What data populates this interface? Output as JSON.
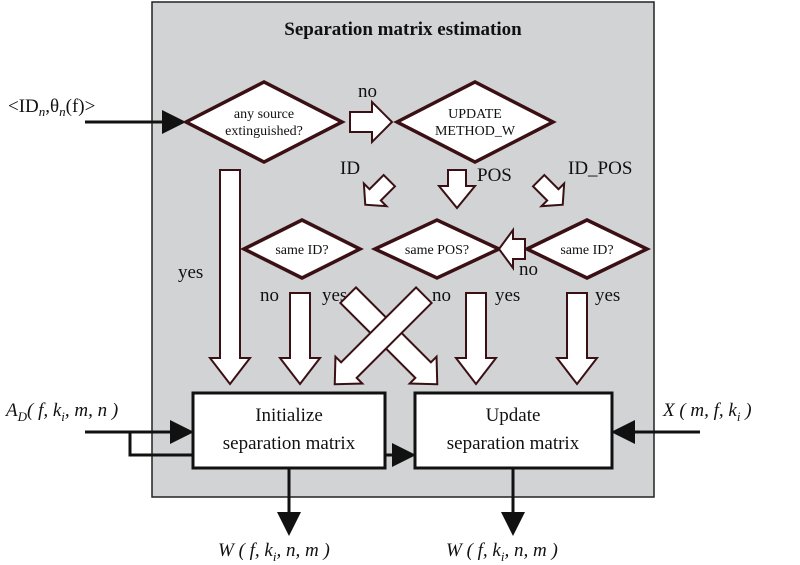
{
  "diagram": {
    "title": "Separation matrix estimation",
    "colors": {
      "panel": "#d2d3d5",
      "outline": "#3a1014"
    },
    "input_id": "<ID",
    "input_id_sub": "n",
    "input_theta": ",θ",
    "input_theta_sub": "n",
    "input_theta_tail": "(f)>",
    "decision_extinguished": [
      "any source",
      "extinguished?"
    ],
    "decision_update_method": [
      "UPDATE",
      "METHOD_W"
    ],
    "label_no_top": "no",
    "label_id": "ID",
    "label_pos": "POS",
    "label_id_pos": "ID_POS",
    "decision_same_id_left": "same ID?",
    "decision_same_pos": "same POS?",
    "decision_same_id_right": "same ID?",
    "label_yes_left": "yes",
    "label_no_sameid_left": "no",
    "label_yes_sameid_left": "yes",
    "label_no_samepos": "no",
    "label_yes_samepos": "yes",
    "label_no_sameid_right": "no",
    "label_yes_sameid_right": "yes",
    "box_initialize": [
      "Initialize",
      "separation matrix"
    ],
    "box_update": [
      "Update",
      "separation matrix"
    ],
    "input_a_main": "A",
    "input_a_sub": "D",
    "input_a_args": "( f, k",
    "input_a_sub_i": "i",
    "input_a_tail": ", m, n  )",
    "input_x_main": "X ( m, f, k",
    "input_x_sub": "i",
    "input_x_tail": " )",
    "output_left_main": "W ( f, k",
    "output_left_sub": "i",
    "output_left_tail": ", n, m  )",
    "output_right_main": "W ( f, k",
    "output_right_sub": "i",
    "output_right_tail": ", n, m  )"
  }
}
